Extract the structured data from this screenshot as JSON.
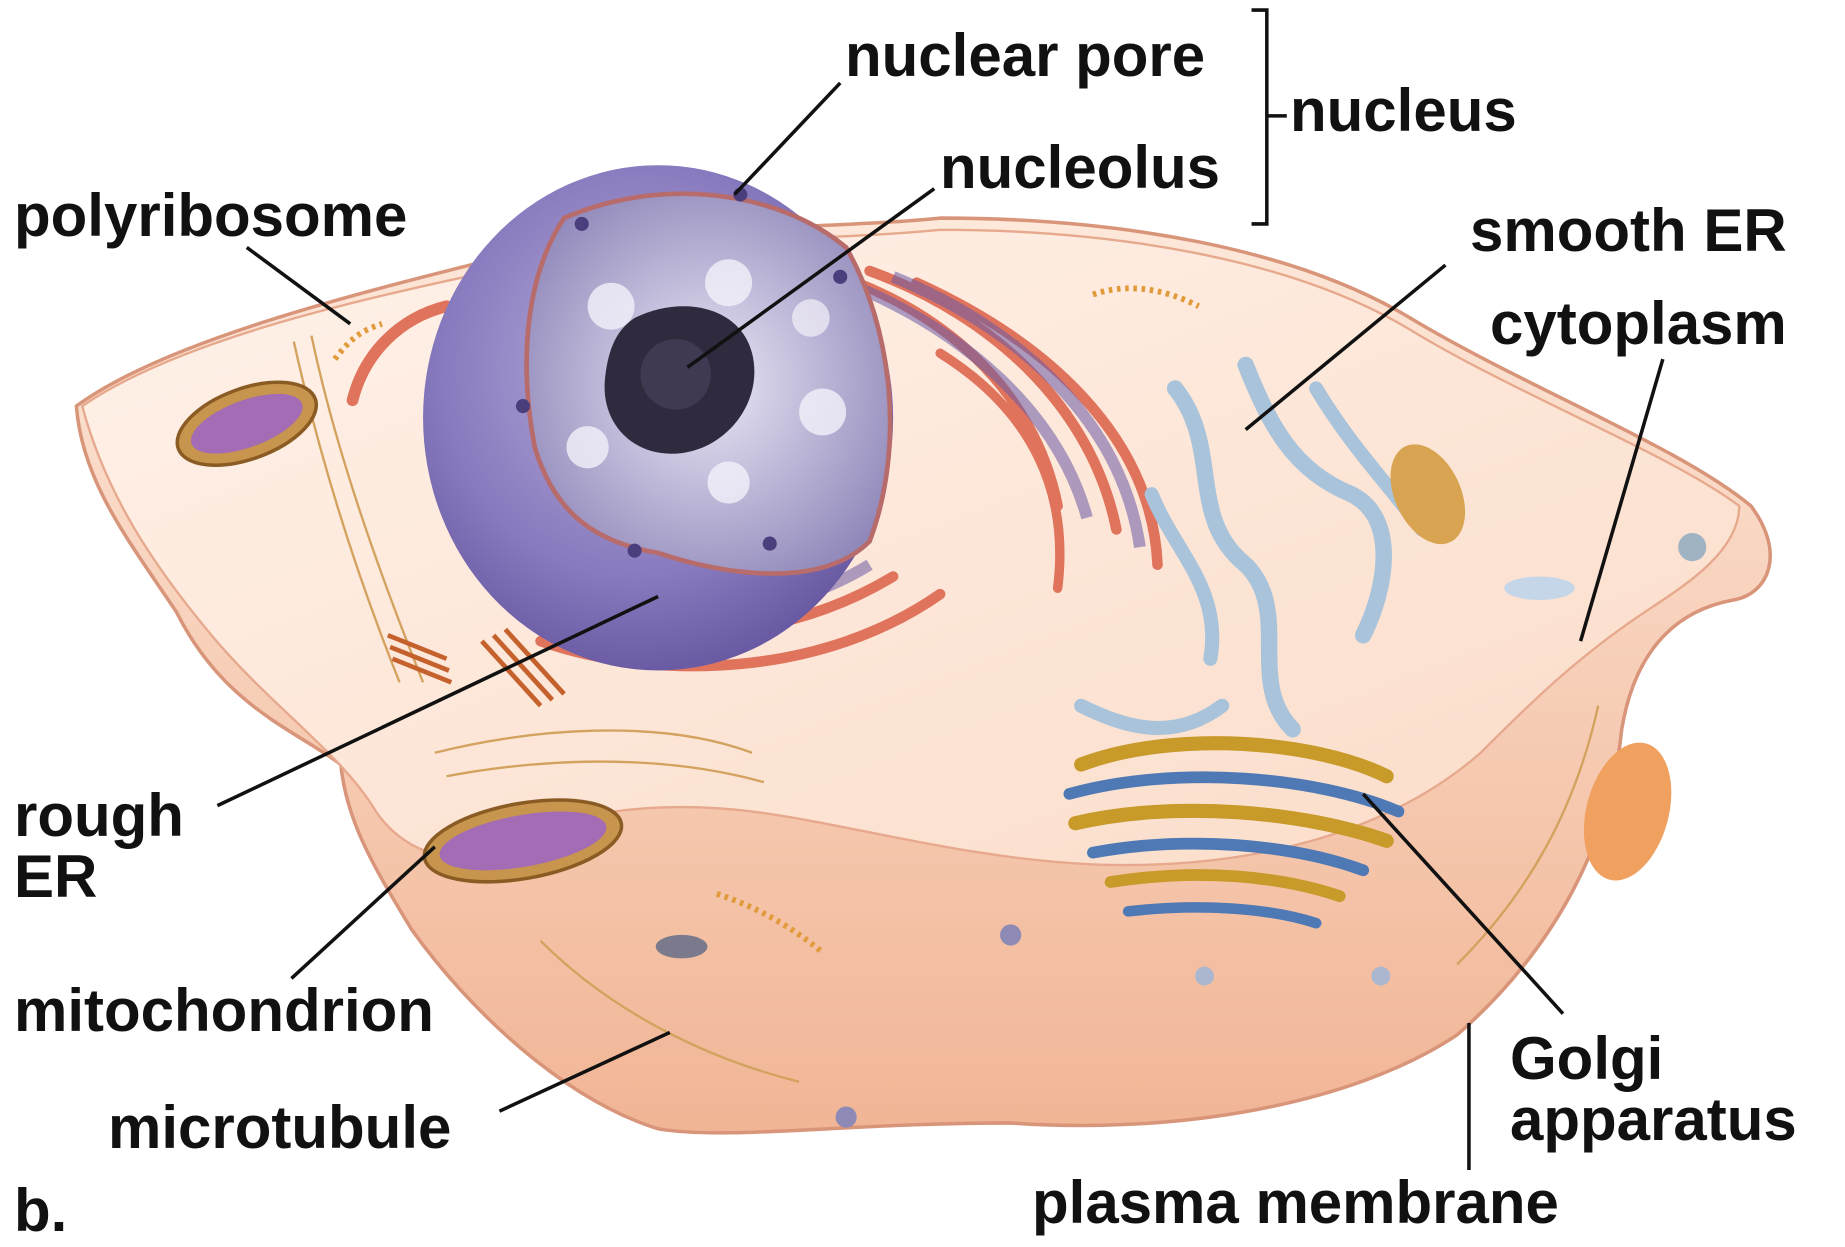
{
  "panel_letter": "b.",
  "labels": {
    "nuclear_pore": "nuclear pore",
    "nucleolus": "nucleolus",
    "nucleus": "nucleus",
    "polyribosome": "polyribosome",
    "smooth_er": "smooth ER",
    "cytoplasm": "cytoplasm",
    "rough_er": "rough\nER",
    "mitochondrion": "mitochondrion",
    "microtubule": "microtubule",
    "golgi_apparatus": "Golgi\napparatus",
    "plasma_membrane": "plasma membrane"
  },
  "colors": {
    "cell_body": "#f7c9ad",
    "cell_top": "#fbe3d4",
    "nucleus": "#7b6fb1",
    "rough_er": "#e0735c",
    "smooth_er": "#a9c3da",
    "golgi": "#c79a2a",
    "mitochondrion": "#a46cb4",
    "leader_line": "#111111"
  },
  "icons": {
    "bracket": "nucleus-bracket-icon"
  }
}
